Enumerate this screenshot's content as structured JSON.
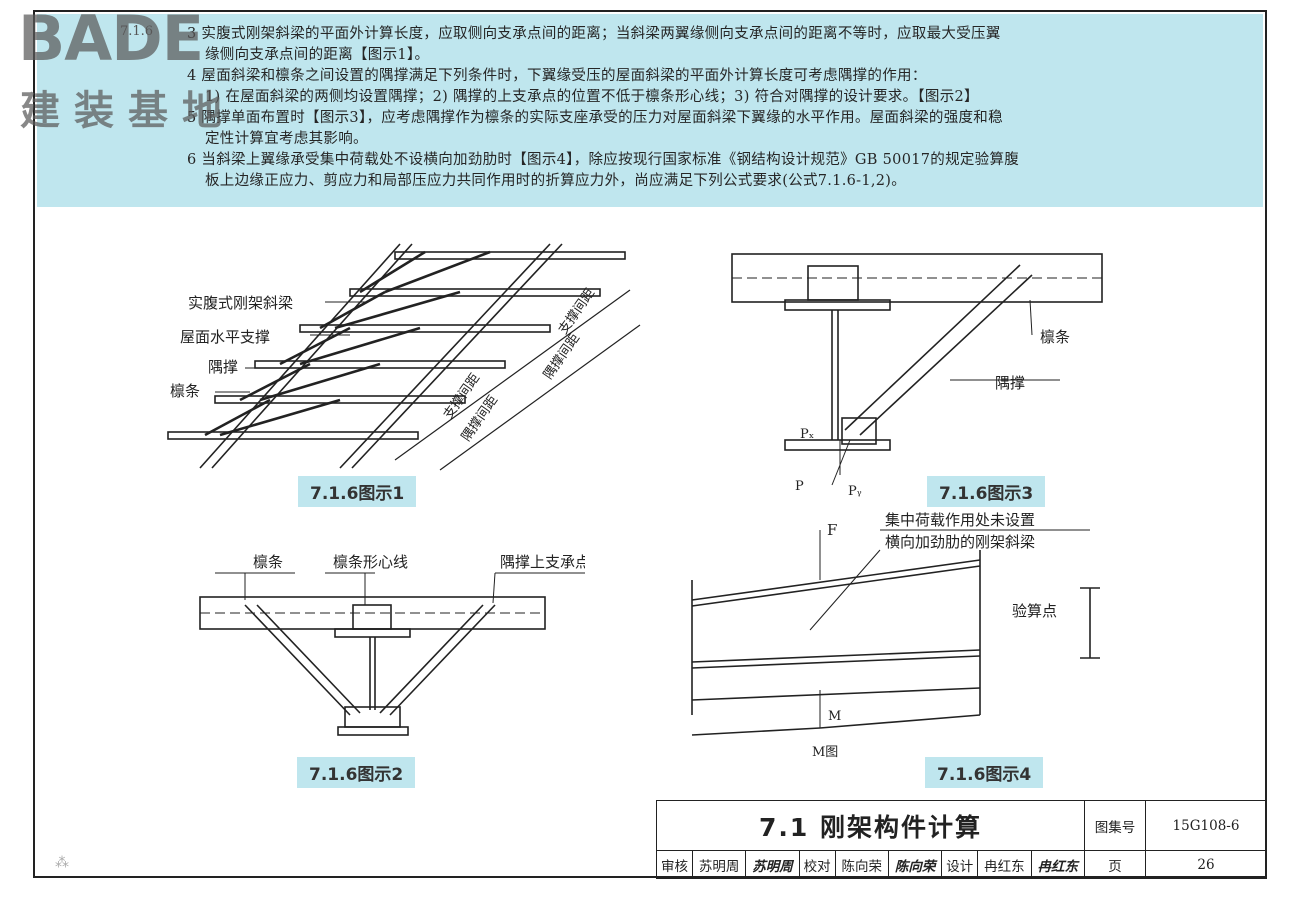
{
  "section_num": "7.1.6",
  "notes": [
    "3 实腹式刚架斜梁的平面外计算长度，应取侧向支承点间的距离；当斜梁两翼缘侧向支承点间的距离不等时，应取最大受压翼",
    "缘侧向支承点间的距离【图示1】。",
    "4 屋面斜梁和檩条之间设置的隅撑满足下列条件时，下翼缘受压的屋面斜梁的平面外计算长度可考虑隅撑的作用：",
    "1) 在屋面斜梁的两侧均设置隅撑；2) 隅撑的上支承点的位置不低于檩条形心线；3) 符合对隅撑的设计要求。【图示2】",
    "5 隅撑单面布置时【图示3】，应考虑隅撑作为檩条的实际支座承受的压力对屋面斜梁下翼缘的水平作用。屋面斜梁的强度和稳",
    "定性计算宜考虑其影响。",
    "6 当斜梁上翼缘承受集中荷载处不设横向加劲肋时【图示4】，除应按现行国家标准《钢结构设计规范》GB 50017的规定验算腹",
    "板上边缘正应力、剪应力和局部压应力共同作用时的折算应力外，尚应满足下列公式要求(公式7.1.6-1,2)。"
  ],
  "logo": {
    "brand": "BADE",
    "sub": "建装基地"
  },
  "fig1": {
    "caption": "7.1.6图示1",
    "labels": {
      "beam": "实腹式刚架斜梁",
      "brace": "屋面水平支撑",
      "corner": "隅撑",
      "purlin": "檩条",
      "sp1": "支撑间距",
      "sp2": "支撑间距",
      "yc1": "隅撑间距",
      "yc2": "隅撑间距"
    }
  },
  "fig2": {
    "caption": "7.1.6图示2",
    "labels": {
      "purlin": "檩条",
      "centroid": "檩条形心线",
      "upper": "隅撑上支承点"
    }
  },
  "fig3": {
    "caption": "7.1.6图示3",
    "labels": {
      "purlin": "檩条",
      "corner": "隅撑",
      "px": "Pₓ",
      "p": "P",
      "py": "Pᵧ"
    }
  },
  "fig4": {
    "caption": "7.1.6图示4",
    "labels": {
      "f": "F",
      "note1": "集中荷载作用处未设置",
      "note2": "横向加劲肋的刚架斜梁",
      "check": "验算点",
      "m": "M",
      "mdiag": "M图"
    }
  },
  "titleblock": {
    "title": "7.1 刚架构件计算",
    "atlas_label": "图集号",
    "atlas_no": "15G108-6",
    "review_label": "审核",
    "review_name": "苏明周",
    "review_sig": "苏明周",
    "check_label": "校对",
    "check_name": "陈向荣",
    "check_sig": "陈向荣",
    "design_label": "设计",
    "design_name": "冉红东",
    "design_sig": "冉红东",
    "page_label": "页",
    "page_no": "26"
  }
}
